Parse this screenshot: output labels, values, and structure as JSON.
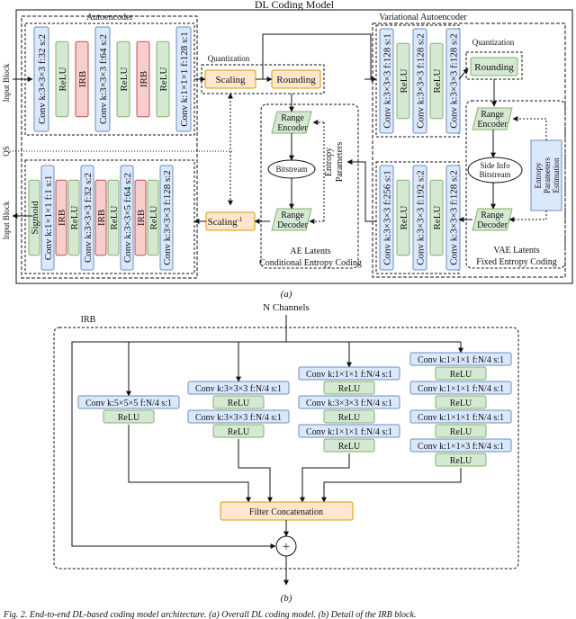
{
  "colors": {
    "blue_fill": "#dae8fc",
    "blue_stroke": "#6c8ebf",
    "green_fill": "#d5e8d4",
    "green_stroke": "#82b366",
    "red_fill": "#f8cecc",
    "red_stroke": "#b85450",
    "orange_fill": "#ffe6cc",
    "orange_stroke": "#d79b00"
  },
  "part_a": {
    "title": "DL Coding Model",
    "autoencoder_label": "Autoencoder",
    "vae_label": "Variational Autoencoder",
    "input_block_top": "Input Block",
    "input_block_bottom": "Input Block",
    "qs_label": "QS",
    "quantization_ae": "Quantization",
    "quantization_vae": "Quantization",
    "scaling": "Scaling",
    "rounding_ae": "Rounding",
    "rounding_vae": "Rounding",
    "scaling_inv": "Scaling",
    "scaling_inv_sup": "-1",
    "range_encoder_ae": [
      "Range",
      "Encoder"
    ],
    "range_decoder_ae": [
      "Range",
      "Decoder"
    ],
    "bitstream_ae": "Bitstream",
    "entropy_params": [
      "Entropy",
      "Parameters"
    ],
    "range_encoder_vae": [
      "Range",
      "Encoder"
    ],
    "range_decoder_vae": [
      "Range",
      "Decoder"
    ],
    "side_info": [
      "Side Info",
      "Bitstream"
    ],
    "entropy_param_est": [
      "Entropy",
      "Parameters",
      "Estimation"
    ],
    "ae_latents": [
      "AE Latents",
      "Conditional Entropy Coding"
    ],
    "vae_latents": [
      "VAE Latents",
      "Fixed Entropy Coding"
    ],
    "encoder_blocks": [
      "Conv k:3×3×3 f:32 s:2",
      "ReLU",
      "IRB",
      "Conv k:3×3×3 f:64 s:2",
      "ReLU",
      "IRB",
      "ReLU",
      "Conv k:1×1×1 f:128 s:1"
    ],
    "decoder_blocks": [
      "Sigmoid",
      "Conv k:1×1×1 f:1 s:1",
      "IRB",
      "ReLU",
      "Conv k:3×3×3 f:32 s:2",
      "IRB",
      "ReLU",
      "Conv k:3×3×5 f:64 s:2",
      "IRB",
      "ReLU",
      "Conv k:3×3×3 f:128 s:2"
    ],
    "vae_enc_blocks": [
      "Conv k:3×3×3 f:128 s:1",
      "ReLU",
      "Conv k:3×3×3 f:128 s:2",
      "ReLU",
      "Conv k:3×3×3 f:128 s:2"
    ],
    "vae_dec_blocks": [
      "Conv k:3×3×3 f:256 s:1",
      "ReLU",
      "Conv k:3×3×3 f:192 s:2",
      "ReLU",
      "Conv k:3×3×3 f:128 s:2"
    ],
    "caption": "(a)"
  },
  "part_b": {
    "n_channels": "N Channels",
    "irb_label": "IRB",
    "branch1": [
      "Conv k:5×5×5 f:N/4 s:1",
      "ReLU"
    ],
    "branch2": [
      "Conv k:3×3×3 f:N/4 s:1",
      "ReLU",
      "Conv k:3×3×3 f:N/4 s:1",
      "ReLU"
    ],
    "branch3": [
      "Conv k:1×1×1 f:N/4 s:1",
      "ReLU",
      "Conv k:3×3×3 f:N/4 s:1",
      "ReLU",
      "Conv k:1×1×1 f:N/4 s:1",
      "ReLU"
    ],
    "branch4": [
      "Conv k:1×1×1 f:N/4 s:1",
      "ReLU",
      "Conv k:1×1×1 f:N/4 s:1",
      "ReLU",
      "Conv k:1×1×1 f:N/4 s:1",
      "ReLU",
      "Conv k:1×1×3 f:N/4 s:1",
      "ReLU"
    ],
    "filter_concat": "Filter Concatenation",
    "plus": "+",
    "caption": "(b)"
  },
  "figure_caption": "Fig. 2.   End-to-end DL-based coding model architecture. (a) Overall DL coding model. (b) Detail of the IRB block."
}
